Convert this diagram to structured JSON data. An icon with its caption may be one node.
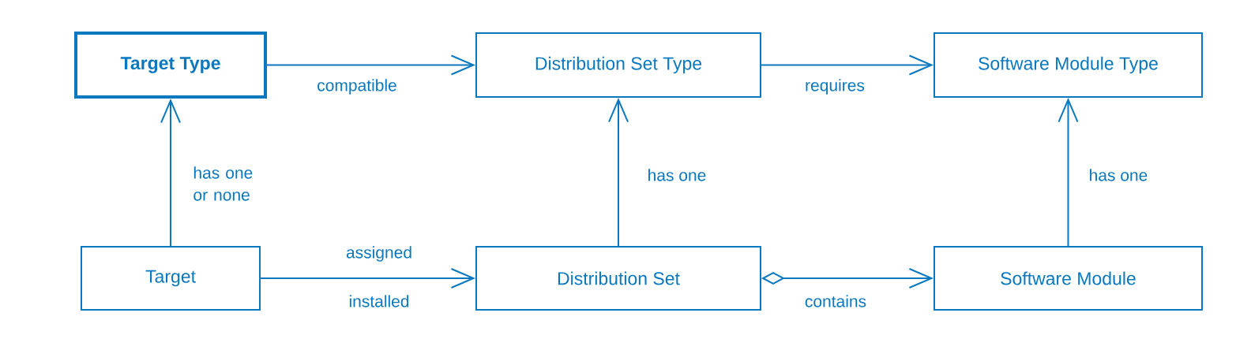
{
  "diagram": {
    "nodes": [
      {
        "text": [
          "Target Type"
        ]
      },
      {
        "text": [
          "Distribution Set Type"
        ]
      },
      {
        "text": [
          "Software Module Type"
        ]
      },
      {
        "text": [
          "Target"
        ]
      },
      {
        "text": [
          "Distribution Set"
        ]
      },
      {
        "text": [
          "Software Module"
        ]
      }
    ],
    "edges": [
      {
        "from": 0,
        "to": 1,
        "arrow": "to",
        "label": "compatible"
      },
      {
        "from": 1,
        "to": 2,
        "arrow": "to",
        "label": "requires"
      },
      {
        "from": 3,
        "to": 0,
        "arrow": "to",
        "label": "has one or none"
      },
      {
        "from": 4,
        "to": 1,
        "arrow": "to",
        "label": "has one"
      },
      {
        "from": 5,
        "to": 2,
        "arrow": "to",
        "label": "has one"
      },
      {
        "from": 3,
        "to": 4,
        "arrow": "to",
        "label": "assigned"
      },
      {
        "from": 4,
        "to": 5,
        "arrow": "to",
        "label": "contains"
      }
    ],
    "labels": [
      "installed"
    ]
  }
}
